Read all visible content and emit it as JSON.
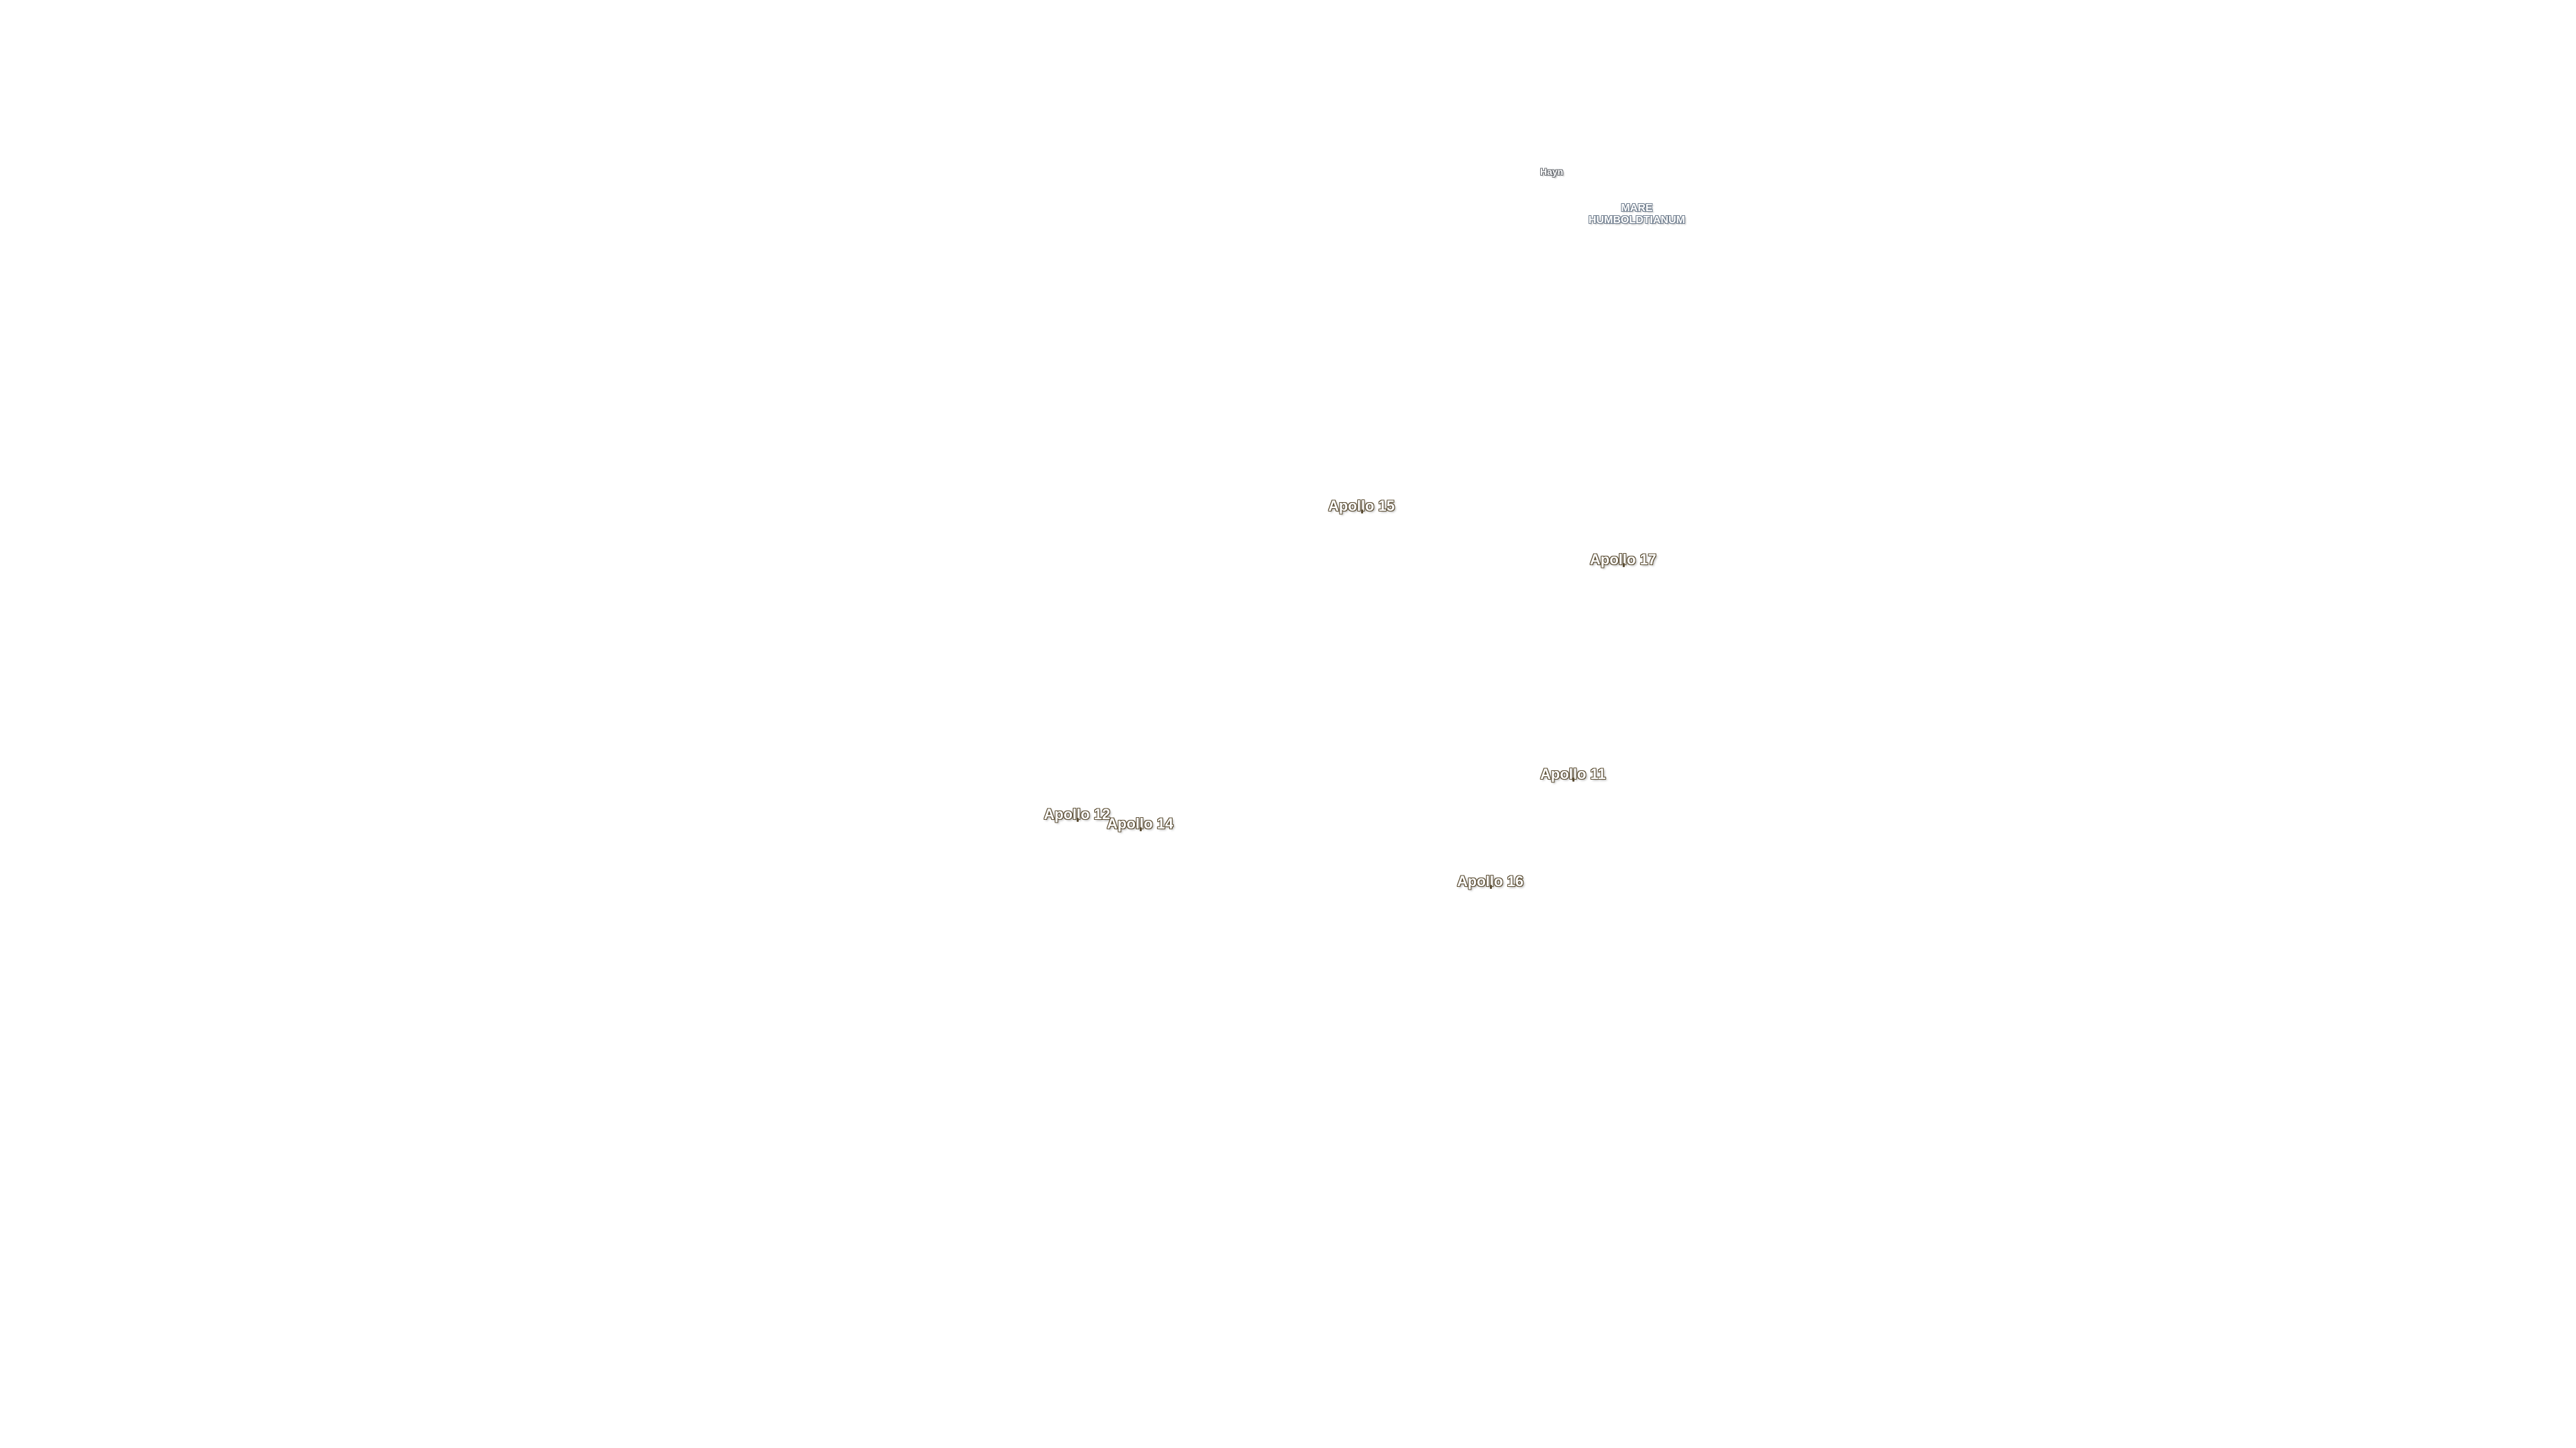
{
  "features": {
    "craters": [
      {
        "name": "Hayn"
      }
    ],
    "maria": [
      {
        "line1": "MARE",
        "line2": "HUMBOLDTIANUM"
      }
    ],
    "landing_sites": [
      {
        "name": "Apollo 15"
      },
      {
        "name": "Apollo 17"
      },
      {
        "name": "Apollo 11"
      },
      {
        "name": "Apollo 12"
      },
      {
        "name": "Apollo 14"
      },
      {
        "name": "Apollo 16"
      }
    ]
  },
  "colors": {
    "background": "#ffffff",
    "apollo_outline": "#5a4c32",
    "crater_outline": "#666a70",
    "mare_outline": "#6f7d8e"
  }
}
